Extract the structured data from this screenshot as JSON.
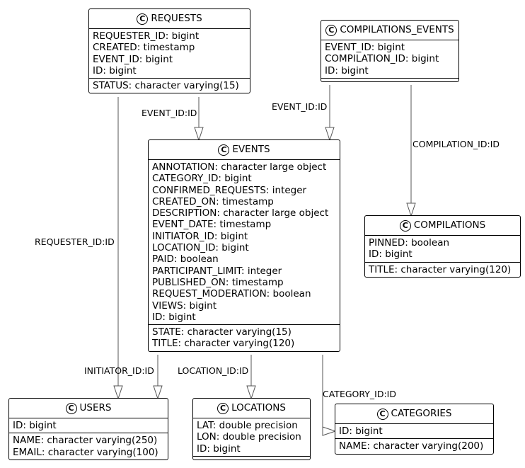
{
  "entities": {
    "requests": {
      "title": "REQUESTS",
      "badge": "C",
      "fields": [
        "REQUESTER_ID: bigint",
        "CREATED: timestamp",
        "EVENT_ID: bigint",
        "ID: bigint"
      ],
      "extra": [
        "STATUS: character varying(15)"
      ]
    },
    "compilations_events": {
      "title": "COMPILATIONS_EVENTS",
      "badge": "C",
      "fields": [
        "EVENT_ID: bigint",
        "COMPILATION_ID: bigint",
        "ID: bigint"
      ],
      "extra": []
    },
    "events": {
      "title": "EVENTS",
      "badge": "C",
      "fields": [
        "ANNOTATION: character large object",
        "CATEGORY_ID: bigint",
        "CONFIRMED_REQUESTS: integer",
        "CREATED_ON: timestamp",
        "DESCRIPTION: character large object",
        "EVENT_DATE: timestamp",
        "INITIATOR_ID: bigint",
        "LOCATION_ID: bigint",
        "PAID: boolean",
        "PARTICIPANT_LIMIT: integer",
        "PUBLISHED_ON: timestamp",
        "REQUEST_MODERATION: boolean",
        "VIEWS: bigint",
        "ID: bigint"
      ],
      "extra": [
        "STATE: character varying(15)",
        "TITLE: character varying(120)"
      ]
    },
    "compilations": {
      "title": "COMPILATIONS",
      "badge": "C",
      "fields": [
        "PINNED: boolean",
        "ID: bigint"
      ],
      "extra": [
        "TITLE: character varying(120)"
      ]
    },
    "users": {
      "title": "USERS",
      "badge": "C",
      "fields": [
        "ID: bigint"
      ],
      "extra": [
        "NAME: character varying(250)",
        "EMAIL: character varying(100)"
      ]
    },
    "locations": {
      "title": "LOCATIONS",
      "badge": "C",
      "fields": [
        "LAT: double precision",
        "LON: double precision",
        "ID: bigint"
      ],
      "extra": []
    },
    "categories": {
      "title": "CATEGORIES",
      "badge": "C",
      "fields": [
        "ID: bigint"
      ],
      "extra": [
        "NAME: character varying(200)"
      ]
    }
  },
  "relations": {
    "requests_event": "EVENT_ID:ID",
    "requests_requester": "REQUESTER_ID:ID",
    "ce_event": "EVENT_ID:ID",
    "ce_compilation": "COMPILATION_ID:ID",
    "events_initiator": "INITIATOR_ID:ID",
    "events_location": "LOCATION_ID:ID",
    "events_category": "CATEGORY_ID:ID"
  }
}
